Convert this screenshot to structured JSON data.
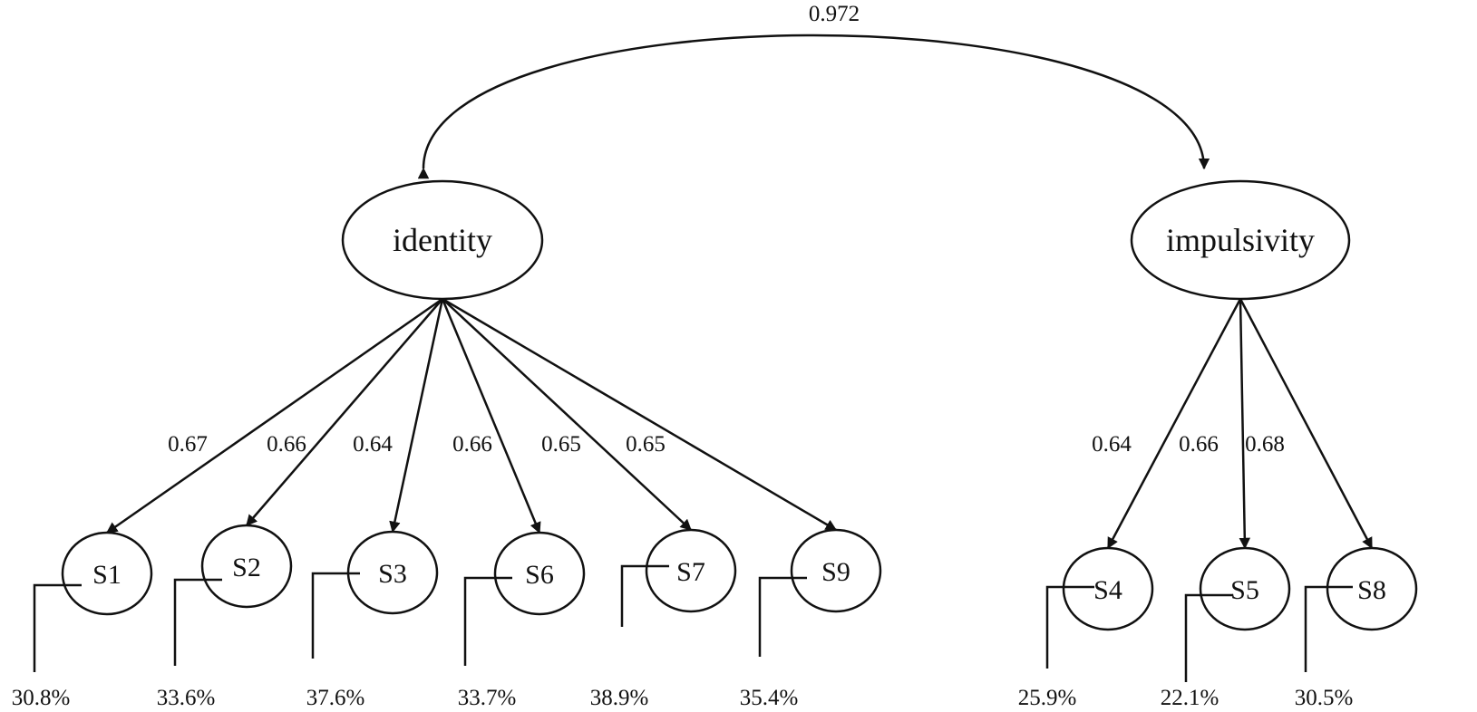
{
  "diagram": {
    "correlation": {
      "between": [
        "identity",
        "impulsivity"
      ],
      "value": "0.972"
    },
    "latents": [
      {
        "id": "identity",
        "label": "identity"
      },
      {
        "id": "impulsivity",
        "label": "impulsivity"
      }
    ],
    "indicators": [
      {
        "id": "S1",
        "label": "S1",
        "factor": "identity",
        "loading": "0.67",
        "error": "30.8%"
      },
      {
        "id": "S2",
        "label": "S2",
        "factor": "identity",
        "loading": "0.66",
        "error": "33.6%"
      },
      {
        "id": "S3",
        "label": "S3",
        "factor": "identity",
        "loading": "0.64",
        "error": "37.6%"
      },
      {
        "id": "S6",
        "label": "S6",
        "factor": "identity",
        "loading": "0.66",
        "error": "33.7%"
      },
      {
        "id": "S7",
        "label": "S7",
        "factor": "identity",
        "loading": "0.65",
        "error": "38.9%"
      },
      {
        "id": "S9",
        "label": "S9",
        "factor": "identity",
        "loading": "0.65",
        "error": "35.4%"
      },
      {
        "id": "S4",
        "label": "S4",
        "factor": "impulsivity",
        "loading": "0.64",
        "error": "25.9%"
      },
      {
        "id": "S5",
        "label": "S5",
        "factor": "impulsivity",
        "loading": "0.66",
        "error": "22.1%"
      },
      {
        "id": "S8",
        "label": "S8",
        "factor": "impulsivity",
        "loading": "0.68",
        "error": "30.5%"
      }
    ]
  }
}
